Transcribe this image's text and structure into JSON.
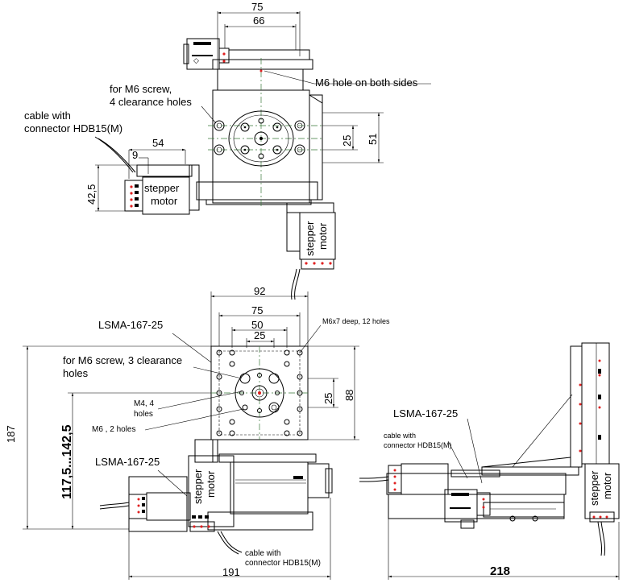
{
  "top_view": {
    "dim_75": "75",
    "dim_66": "66",
    "label_m6_hole": "M6 hole on both sides",
    "label_m6_screw_line1": "for M6 screw,",
    "label_m6_screw_line2": "4 clearance  holes",
    "label_cable_line1": "cable with",
    "label_cable_line2": "connector HDB15(M)",
    "dim_54": "54",
    "dim_9": "9",
    "dim_42_5": "42,5",
    "dim_25": "25",
    "dim_51": "51",
    "motor_left_line1": "stepper",
    "motor_left_line2": "motor",
    "motor_right_line1": "stepper",
    "motor_right_line2": "motor"
  },
  "front_view": {
    "dim_92": "92",
    "dim_75": "75",
    "dim_50": "50",
    "dim_25": "25",
    "label_model": "LSMA-167-25",
    "label_m6x7": "M6x7 deep, 12 holes",
    "label_m6_screw_line1": "for M6 screw, 3 clearance",
    "label_m6_screw_line2": "holes",
    "label_m4_line1": "M4, 4",
    "label_m4_line2": "holes",
    "label_m6_2holes": "M6 , 2 holes",
    "dim_25_right": "25",
    "dim_88": "88",
    "dim_187": "187",
    "dim_range": "117,5...142,5",
    "label_model_lower": "LSMA-167-25",
    "motor_line1": "stepper",
    "motor_line2": "motor",
    "label_cable_line1": "cable with",
    "label_cable_line2": "connector HDB15(M)",
    "dim_191": "191"
  },
  "side_view": {
    "label_model": "LSMA-167-25",
    "label_cable_line1": "cable with",
    "label_cable_line2": "connector HDB15(M)",
    "motor_line1": "stepper",
    "motor_line2": "motor",
    "dim_218": "218"
  }
}
